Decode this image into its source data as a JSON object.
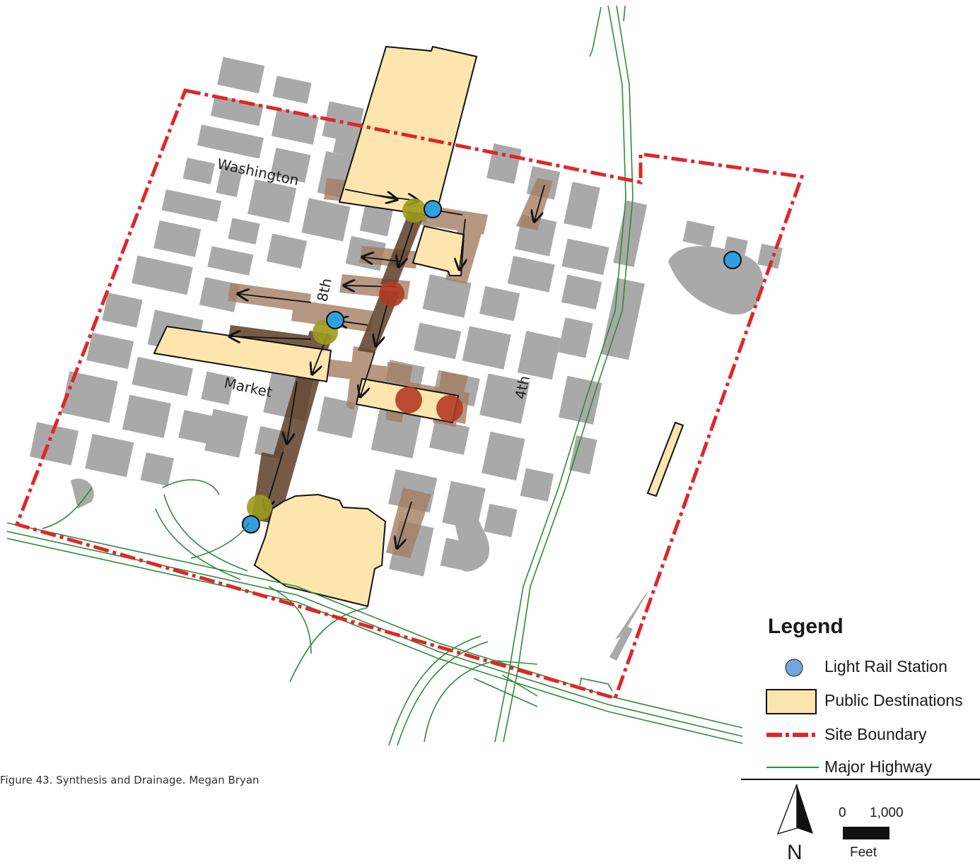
{
  "streets": {
    "washington": "Washington",
    "market": "Market",
    "eighth": "8th",
    "fourth": "4th"
  },
  "legend": {
    "title": "Legend",
    "items": [
      {
        "label": "Light Rail Station",
        "symbol": "light-rail-station-icon",
        "color": "#74a7df"
      },
      {
        "label": "Public Destinations",
        "symbol": "public-destination-swatch",
        "color": "#fde6ad"
      },
      {
        "label": "Site  Boundary",
        "symbol": "site-boundary-line",
        "color": "#e0262a"
      },
      {
        "label": "Major Highway",
        "symbol": "major-highway-line",
        "color": "#2f8a3a"
      }
    ]
  },
  "scale": {
    "zero": "0",
    "max": "1,000",
    "unit": "Feet"
  },
  "north": "N",
  "caption": "Figure 43. Synthesis and Drainage. Megan Bryan",
  "colors": {
    "building": "#a9a9a9",
    "destination": "#fde6ad",
    "drainage_light": "#a47e63",
    "drainage_dark": "#5e3f28",
    "station": "#2f9fe0",
    "olive_node": "#9e9a1e",
    "red_node": "#b23a22",
    "boundary": "#e0262a",
    "highway": "#2f8a3a"
  }
}
